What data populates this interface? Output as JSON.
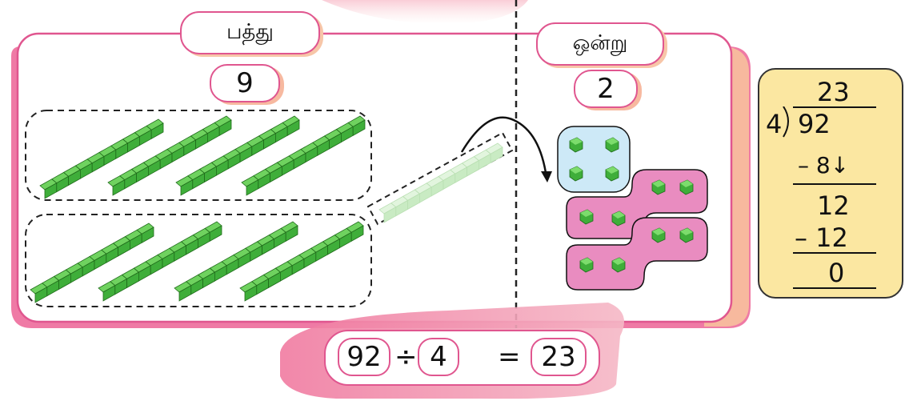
{
  "colors": {
    "accent": "#e0568f",
    "panel_shadow": "#f4a0b8",
    "cube_green": "#3fae3a",
    "cube_faded": "#c9ebc3",
    "group_blue": "#cde9f7",
    "group_pink": "#e98cc0",
    "answer_box": "#fbe7a1"
  },
  "labels": {
    "tens_label": "பத்து",
    "tens_value": "9",
    "ones_label": "ஒன்று",
    "ones_value": "2"
  },
  "long_division": {
    "quotient": "23",
    "divisor": "4",
    "dividend": "92",
    "step1_subtract": "– 8↓",
    "step1_remainder": "12",
    "step2_subtract": "– 12",
    "final_remainder": "0"
  },
  "equation": {
    "dividend": "92",
    "operator": "÷",
    "divisor": "4",
    "equals": "=",
    "result": "23"
  },
  "icons": {
    "arrow": "curved-arrow-icon",
    "ten_rod": "ten-rod-icon",
    "unit_cube": "unit-cube-icon"
  }
}
